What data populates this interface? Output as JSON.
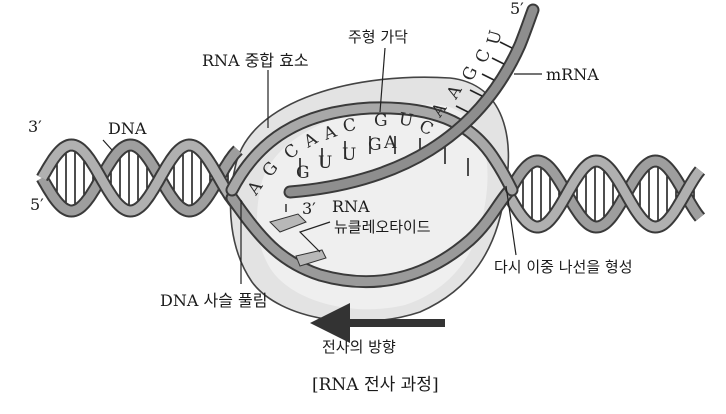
{
  "labels": {
    "rna_polymerase": "RNA 중합 효소",
    "template_strand": "주형 가닥",
    "five_prime_top": "5′",
    "mrna": "mRNA",
    "three_prime_left": "3′",
    "dna": "DNA",
    "five_prime_left": "5′",
    "three_prime_mid": "3′",
    "rna": "RNA",
    "nucleotide": "뉴클레오타이드",
    "rewind": "다시 이중 나선을 형성",
    "unwind": "DNA 사슬 풀림",
    "direction": "전사의 방향",
    "caption": "[RNA 전사 과정]"
  },
  "rna_bases": [
    "A",
    "G",
    "C",
    "A",
    "A",
    "C",
    "G",
    "U",
    "C",
    "A",
    "A",
    "G",
    "C",
    "U"
  ],
  "template_bases": [
    "G",
    "U",
    "U",
    "G",
    "A"
  ],
  "colors": {
    "strand": "#8c8c8c",
    "strand_edge": "#3a3a3a",
    "bubble": "#e6e6e6",
    "arrow": "#333333"
  }
}
